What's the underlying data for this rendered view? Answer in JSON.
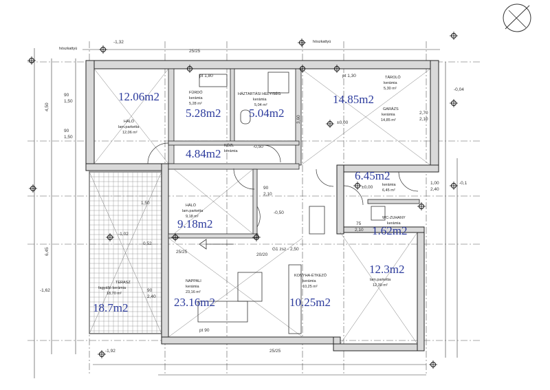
{
  "header": {
    "hoszkatty": "hószkattyú"
  },
  "rooms": {
    "halo1": {
      "name": "HÁLÓ",
      "floor": "lam.parketta",
      "area": "12,06 m²",
      "big": "12.06m2"
    },
    "furdo": {
      "name": "FÜRDŐ",
      "floor": "kerámia",
      "area": "5,28 m²",
      "big": "5.28m2"
    },
    "haztartasi": {
      "name": "HÁZTARTÁSI HELYISÉG",
      "floor": "kerámia",
      "area": "5,04 m²",
      "big": "5.04m2"
    },
    "garazs": {
      "name": "GARÁZS",
      "floor": "kerámia",
      "area": "14,85 m²",
      "big": "14.85m2"
    },
    "tarolo": {
      "name": "TÁROLÓ",
      "floor": "kerámia",
      "area": "5,30 m²"
    },
    "kozl": {
      "name": "KÖZL",
      "floor": "kerámia",
      "area": "4,84 m²",
      "big": "4.84m2"
    },
    "eloter": {
      "floor": "kerámia",
      "area": "6,45 m²",
      "big": "6.45m2"
    },
    "halo2": {
      "name": "HÁLÓ",
      "floor": "lam.parketta",
      "area": "9,18 m²",
      "big": "9.18m2"
    },
    "wc": {
      "name": "WC-ZUHANY",
      "floor": "kerámia",
      "big": "1.62m2"
    },
    "halo3": {
      "name": "HÁLÓ",
      "floor": "lam.parketta",
      "area": "12,30 m²",
      "big": "12.3m2"
    },
    "terasz": {
      "name": "TERASZ",
      "floor": "fagyálló kerámia",
      "area": "18,70 m²",
      "big": "18.7m2"
    },
    "nappali": {
      "name": "NAPPALI",
      "floor": "kerámia",
      "area": "23,16 m²",
      "big": "23.16m2"
    },
    "konyha": {
      "name": "KONYHA-ÉTKEZŐ",
      "floor": "kerámia",
      "area": "10,25 m²",
      "big": "10.25m2"
    }
  },
  "levels": {
    "top_left": "-1,32",
    "top_right": "-0,04",
    "mid1": "-0,50",
    "mid2": "-0,50",
    "terasz": "-1,02",
    "left": "-1,62",
    "bottom": "-1,92",
    "right": "-0,1",
    "garazs": "±0,00",
    "eloter": "±0,00"
  },
  "dims": {
    "d450": "4,50",
    "d645": "6,45",
    "d90": "90",
    "d150": "1,50",
    "d210": "2,10",
    "d240": "2,40",
    "d270": "2,70",
    "d360": "3,60",
    "d052": "0,52",
    "d100": "1,00",
    "d75": "75",
    "d2525": "25/25",
    "d2020": "20/20",
    "pt180": "pt 1,80",
    "pt130": "pt 1,30",
    "pt90": "pt 90",
    "g1": "G1 zsz - 2,50"
  }
}
